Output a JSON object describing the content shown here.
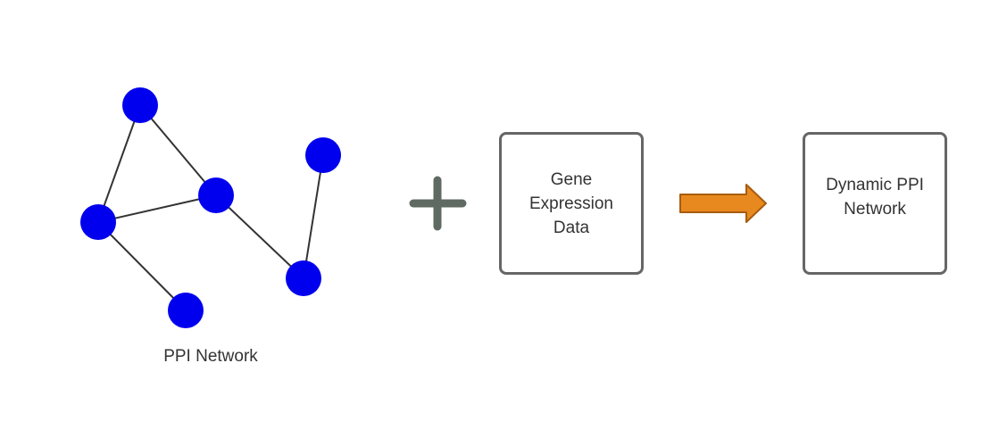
{
  "network": {
    "label": "PPI Network",
    "node_color": "#0000ee",
    "edge_color": "#333333",
    "nodes": [
      {
        "id": "n1"
      },
      {
        "id": "n2"
      },
      {
        "id": "n3"
      },
      {
        "id": "n4"
      },
      {
        "id": "n5"
      },
      {
        "id": "n6"
      },
      {
        "id": "n7"
      }
    ],
    "edges": [
      [
        "n1",
        "n3"
      ],
      [
        "n1",
        "n2"
      ],
      [
        "n2",
        "n3"
      ],
      [
        "n2",
        "n7"
      ],
      [
        "n3",
        "n6"
      ],
      [
        "n4",
        "n6"
      ]
    ]
  },
  "operator": {
    "icon": "plus-icon",
    "color": "#5f6a63"
  },
  "gene_expression": {
    "label": "Gene\nExpression\nData"
  },
  "arrow": {
    "icon": "right-arrow-icon",
    "color": "#e8891f"
  },
  "result": {
    "label": "Dynamic PPI\nNetwork"
  },
  "colors": {
    "box_border": "#666666",
    "text": "#333333"
  }
}
